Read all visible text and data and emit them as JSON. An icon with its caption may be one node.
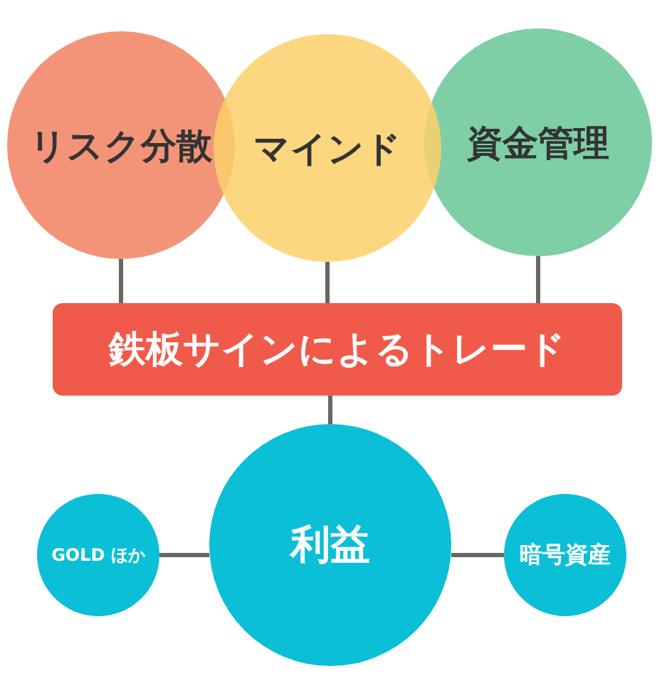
{
  "diagram": {
    "nodes": [
      {
        "text": [
          "リスク分散"
        ]
      },
      {
        "text": [
          "マインド"
        ]
      },
      {
        "text": [
          "資金管理"
        ]
      },
      {
        "text": [
          "鉄板サインによるトレード"
        ]
      },
      {
        "text": [
          "GOLD ほか"
        ]
      },
      {
        "text": [
          "利益"
        ]
      },
      {
        "text": [
          "暗号資産"
        ]
      }
    ],
    "edges": [
      {
        "from": 0,
        "to": 3,
        "arrow": "none"
      },
      {
        "from": 1,
        "to": 3,
        "arrow": "none"
      },
      {
        "from": 2,
        "to": 3,
        "arrow": "none"
      },
      {
        "from": 3,
        "to": 5,
        "arrow": "none"
      },
      {
        "from": 4,
        "to": 5,
        "arrow": "none"
      },
      {
        "from": 5,
        "to": 6,
        "arrow": "none"
      }
    ]
  }
}
